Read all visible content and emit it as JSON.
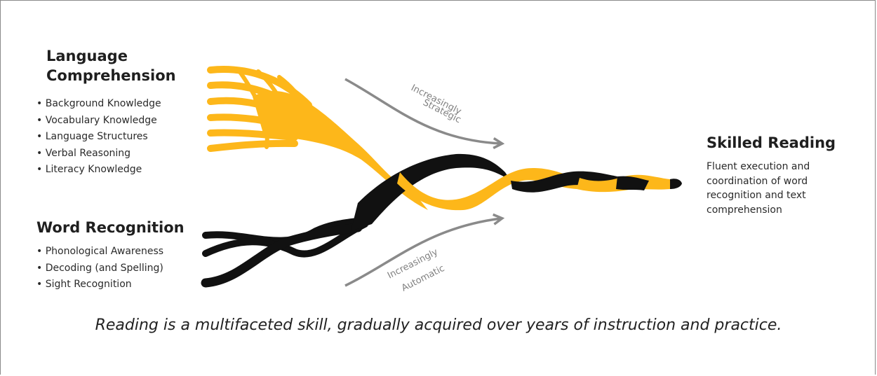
{
  "language_comprehension": {
    "title": "Language Comprehension",
    "items": [
      "Background Knowledge",
      "Vocabulary Knowledge",
      "Language Structures",
      "Verbal Reasoning",
      "Literacy Knowledge"
    ]
  },
  "word_recognition": {
    "title": "Word Recognition",
    "items": [
      "Phonological Awareness",
      "Decoding (and Spelling)",
      "Sight Recognition"
    ]
  },
  "skilled_reading": {
    "title": "Skilled Reading",
    "description": "Fluent execution and coordination of word recognition and text comprehension"
  },
  "arrows": {
    "strategic_line1": "Increasingly",
    "strategic_line2": "Strategic",
    "automatic_line1": "Increasingly",
    "automatic_line2": "Automatic"
  },
  "caption": "Reading is a multifaceted skill, gradually acquired over years of instruction and practice.",
  "colors": {
    "gold": "#FDB71A",
    "black": "#111111",
    "arrow_gray": "#8a8a8a"
  }
}
